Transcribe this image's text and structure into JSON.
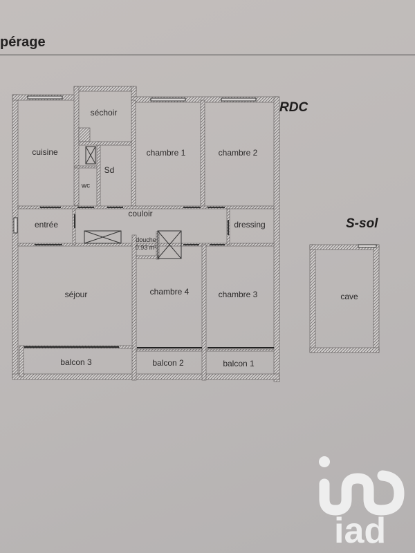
{
  "header": {
    "title": "pérage"
  },
  "levels": {
    "ground": "RDC",
    "basement": "S-sol"
  },
  "rooms": {
    "sechoir": "séchoir",
    "cuisine": "cuisine",
    "sd": "Sd",
    "wc": "wc",
    "chambre1": "chambre 1",
    "chambre2": "chambre 2",
    "couloir": "couloir",
    "entree": "entrée",
    "dressing": "dressing",
    "douche": "douche",
    "douche_area": "0.93 m²",
    "sejour": "séjour",
    "chambre4": "chambre 4",
    "chambre3": "chambre 3",
    "balcon3": "balcon 3",
    "balcon2": "balcon 2",
    "balcon1": "balcon 1",
    "cave": "cave"
  },
  "logo": {
    "text": "iad"
  },
  "colors": {
    "paper": "#bfbbba",
    "wall": "#5a5656",
    "text": "#2b2929",
    "logo": "#eeeeee"
  }
}
